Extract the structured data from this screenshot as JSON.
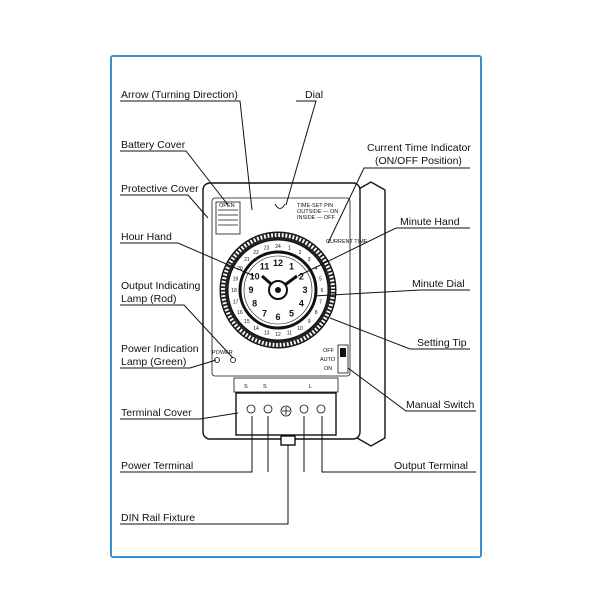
{
  "diagram": {
    "labels": {
      "arrow": "Arrow (Turning Direction)",
      "dial": "Dial",
      "battery_cover": "Battery Cover",
      "current_time_1": "Current Time Indicator",
      "current_time_2": "(ON/OFF Position)",
      "protective_cover": "Protective Cover",
      "minute_hand": "Minute Hand",
      "hour_hand": "Hour Hand",
      "output_lamp_1": "Output Indicating",
      "output_lamp_2": "Lamp (Rod)",
      "minute_dial": "Minute Dial",
      "setting_tip": "Setting Tip",
      "power_lamp_1": "Power Indication",
      "power_lamp_2": "Lamp (Green)",
      "manual_switch": "Manual Switch",
      "terminal_cover": "Terminal Cover",
      "power_terminal": "Power Terminal",
      "output_terminal": "Output Terminal",
      "din_rail": "DIN Rail Fixture"
    },
    "device_text": {
      "open": "OPEN",
      "time_set": "TIME-SET PIN",
      "outside": "OUTSIDE — ON",
      "inside": "INSIDE — OFF",
      "power": "POWER",
      "current": "CURRENT TIME",
      "sw_off": "OFF",
      "sw_auto": "AUTO",
      "sw_on": "ON",
      "term_s1": "S",
      "term_s2": "S",
      "term_l": "L"
    },
    "clock_numbers": [
      "12",
      "1",
      "2",
      "3",
      "4",
      "5",
      "6",
      "7",
      "8",
      "9",
      "10",
      "11"
    ],
    "ring_numbers": [
      "1",
      "2",
      "3",
      "4",
      "5",
      "6",
      "7",
      "8",
      "9",
      "10",
      "11",
      "12",
      "13",
      "14",
      "15",
      "16",
      "17",
      "18",
      "19",
      "20",
      "21",
      "22",
      "23",
      "24"
    ]
  }
}
